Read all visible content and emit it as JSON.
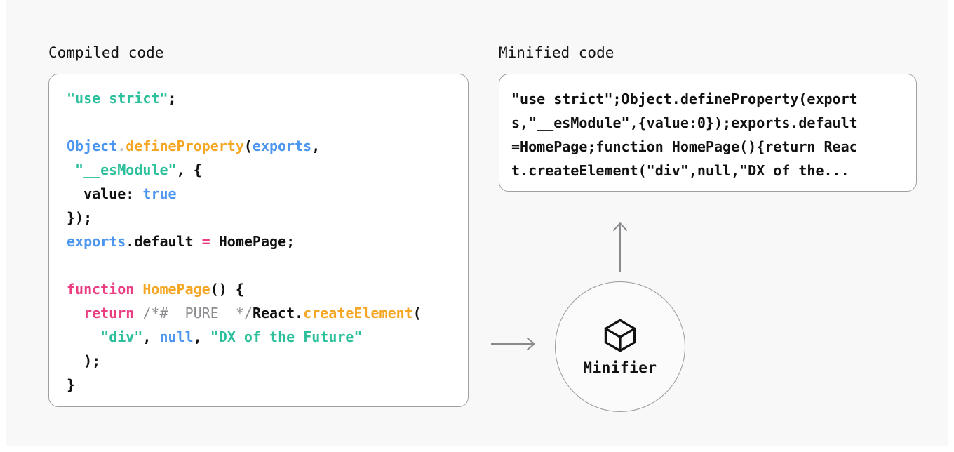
{
  "panels": {
    "compiled": {
      "title": "Compiled code",
      "lines": [
        [
          {
            "t": "\"use strict\"",
            "c": "tok-str"
          },
          {
            "t": ";",
            "c": "tok-punc"
          }
        ],
        [],
        [
          {
            "t": "Object",
            "c": "tok-var"
          },
          {
            "t": ".",
            "c": "tok-dot"
          },
          {
            "t": "defineProperty",
            "c": "tok-fn"
          },
          {
            "t": "(",
            "c": "tok-punc"
          },
          {
            "t": "exports",
            "c": "tok-var"
          },
          {
            "t": ",",
            "c": "tok-punc"
          }
        ],
        [
          {
            "t": " ",
            "c": "tok-plain"
          },
          {
            "t": "\"__esModule\"",
            "c": "tok-str"
          },
          {
            "t": ", {",
            "c": "tok-punc"
          }
        ],
        [
          {
            "t": "  value: ",
            "c": "tok-plain"
          },
          {
            "t": "true",
            "c": "tok-var"
          }
        ],
        [
          {
            "t": "});",
            "c": "tok-punc"
          }
        ],
        [
          {
            "t": "exports",
            "c": "tok-var"
          },
          {
            "t": ".default ",
            "c": "tok-plain"
          },
          {
            "t": "=",
            "c": "tok-kw"
          },
          {
            "t": " HomePage;",
            "c": "tok-plain"
          }
        ],
        [],
        [
          {
            "t": "function ",
            "c": "tok-kw"
          },
          {
            "t": "HomePage",
            "c": "tok-fn"
          },
          {
            "t": "() {",
            "c": "tok-punc"
          }
        ],
        [
          {
            "t": "  ",
            "c": "tok-plain"
          },
          {
            "t": "return",
            "c": "tok-kw"
          },
          {
            "t": " ",
            "c": "tok-plain"
          },
          {
            "t": "/*#__PURE__*/",
            "c": "tok-cmt"
          },
          {
            "t": "React.",
            "c": "tok-plain"
          },
          {
            "t": "createElement",
            "c": "tok-fn"
          },
          {
            "t": "(",
            "c": "tok-punc"
          }
        ],
        [
          {
            "t": "    ",
            "c": "tok-plain"
          },
          {
            "t": "\"div\"",
            "c": "tok-str"
          },
          {
            "t": ", ",
            "c": "tok-punc"
          },
          {
            "t": "null",
            "c": "tok-var"
          },
          {
            "t": ", ",
            "c": "tok-punc"
          },
          {
            "t": "\"DX of the Future\"",
            "c": "tok-str"
          }
        ],
        [
          {
            "t": "  );",
            "c": "tok-punc"
          }
        ],
        [
          {
            "t": "}",
            "c": "tok-punc"
          }
        ]
      ]
    },
    "minified": {
      "title": "Minified code",
      "lines": [
        "\"use strict\";Object.defineProperty(export",
        "s,\"__esModule\",{value:0});exports.default",
        "=HomePage;function HomePage(){return Reac",
        "t.createElement(\"div\",null,\"DX of the..."
      ]
    }
  },
  "node": {
    "label": "Minifier",
    "icon": "cube-icon"
  },
  "arrows": {
    "input": "arrow-right-icon",
    "output": "arrow-up-icon"
  },
  "colors": {
    "background": "#f8f8f9",
    "card_background": "#ffffff",
    "card_border": "#a0a0a4",
    "string": "#2ec09c",
    "keyword": "#ea3d82",
    "variable": "#4d96f0",
    "function": "#f5a623",
    "comment": "#8b8b90",
    "text": "#111111",
    "arrow": "#8a8a8e"
  }
}
